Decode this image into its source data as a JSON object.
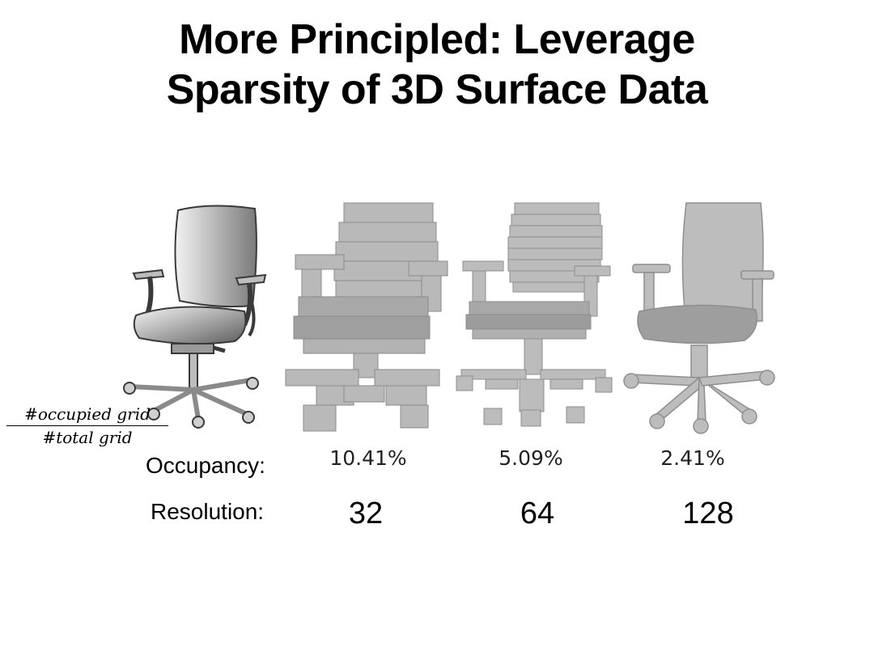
{
  "title": {
    "line1": "More Principled: Leverage",
    "line2": "Sparsity of 3D Surface Data"
  },
  "formula": {
    "numerator": "#occupied grid",
    "denominator": "#total grid"
  },
  "occupancy": {
    "label": "Occupancy:",
    "values": [
      "10.41%",
      "5.09%",
      "2.41%"
    ]
  },
  "resolution": {
    "label": "Resolution:",
    "values": [
      "32",
      "64",
      "128"
    ]
  },
  "colors": {
    "chair_fill": "#b9b9b9",
    "chair_light": "#dcdcdc",
    "chair_dark": "#6e6e6e",
    "outline": "#3a3a3a"
  }
}
